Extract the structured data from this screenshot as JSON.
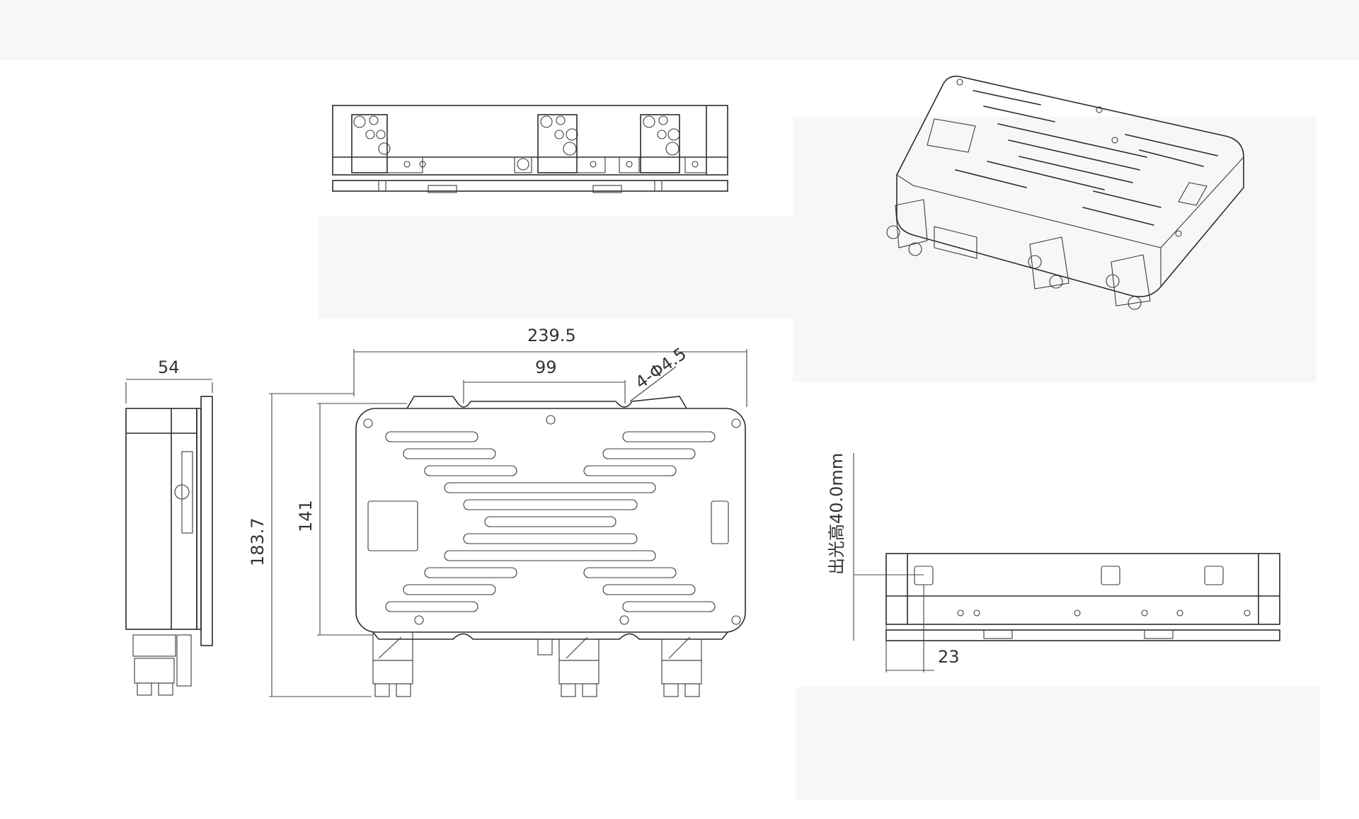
{
  "dimensions": {
    "side_width": "54",
    "overall_length": "239.5",
    "hole_spacing": "99",
    "mount_holes": "4-Φ4.5",
    "overall_height": "183.7",
    "inner_height": "141",
    "beam_height": "出光高40.0mm",
    "beam_offset": "23"
  },
  "views": [
    "top-view",
    "side-view",
    "plan-view",
    "iso-view",
    "front-view"
  ]
}
